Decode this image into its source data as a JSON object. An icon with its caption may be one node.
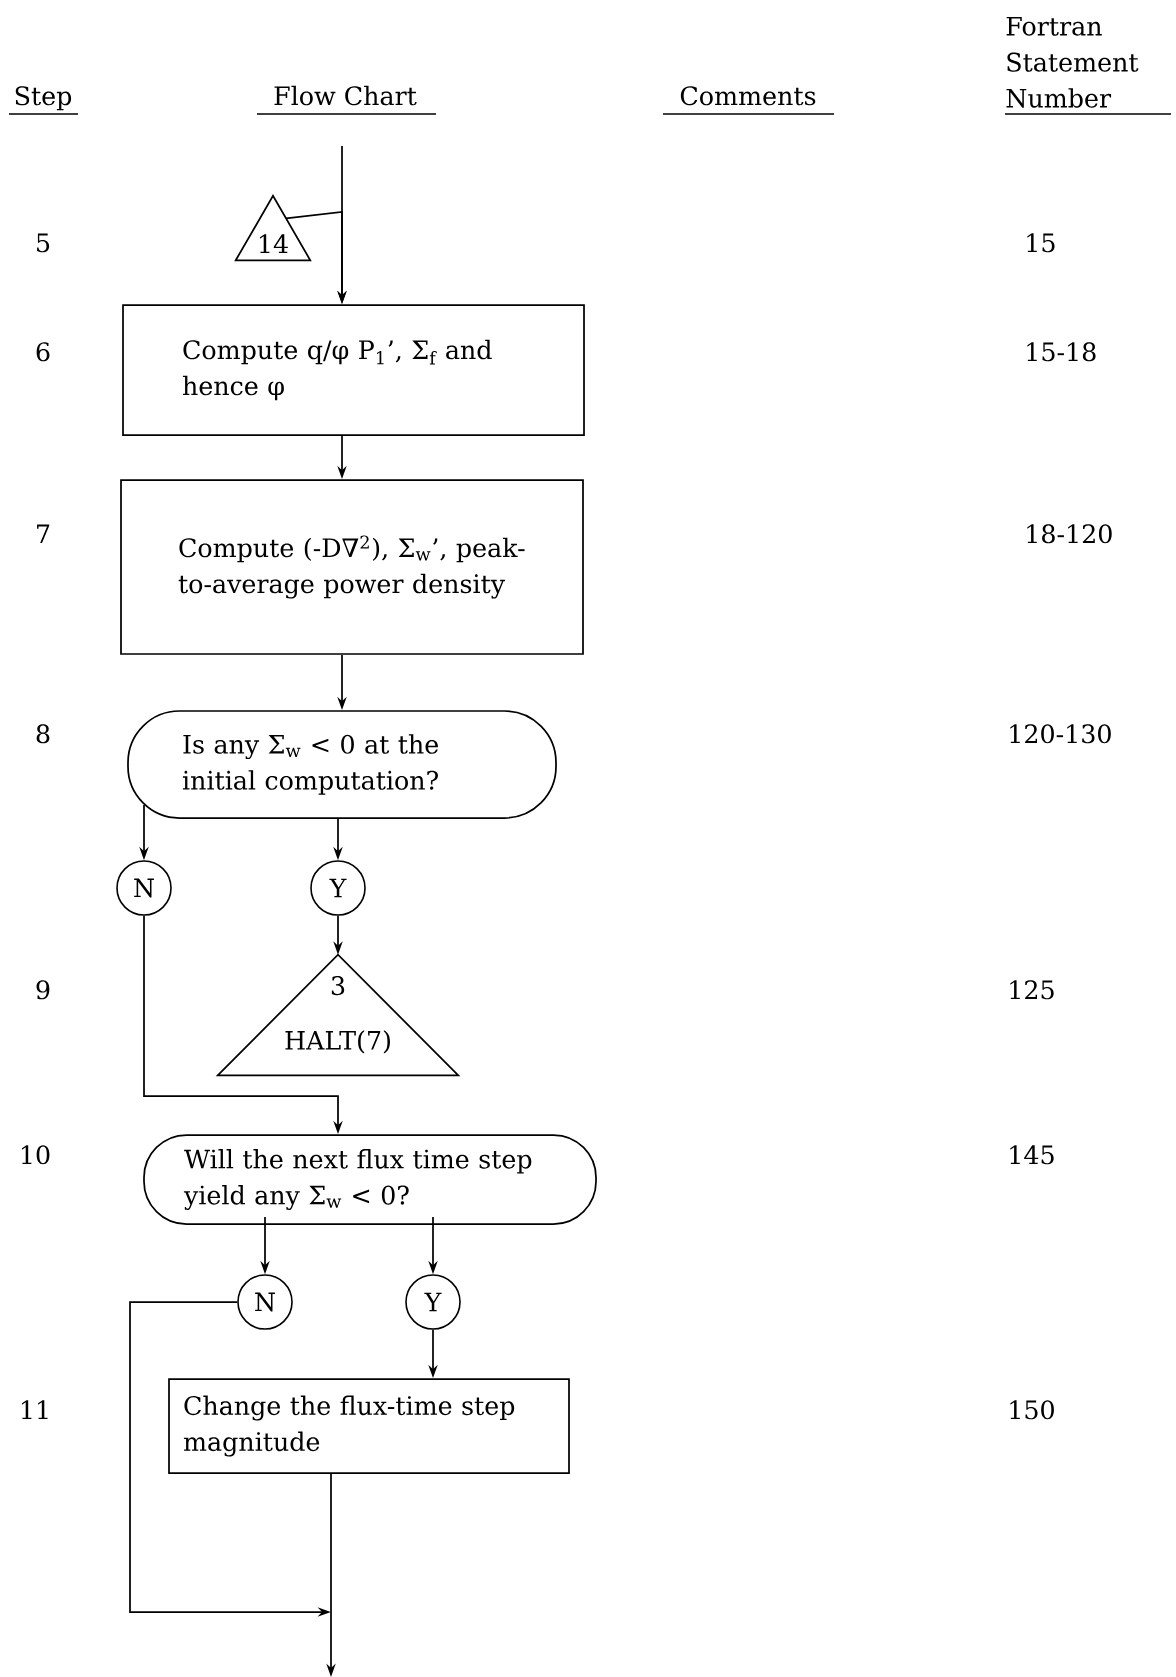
{
  "diagram": {
    "nodes": [
      {
        "text": [
          "14"
        ]
      },
      {
        "text": [
          "Compute q/φ P$_{1}$’, Σ$_{f}$ and hence φ"
        ]
      },
      {
        "text": [
          "Compute (-D∇$^{2}$), Σ$_{w}$’, peak-to-average power density"
        ]
      },
      {
        "text": [
          "Is any Σ$_{w}$ < 0 at the initial computation?"
        ]
      },
      {
        "text": [
          "N"
        ]
      },
      {
        "text": [
          "Y"
        ]
      },
      {
        "text": [
          "3",
          "HALT(7)"
        ]
      },
      {
        "text": [
          "Will the next flux time step yield any Σ$_{w}$ < 0?"
        ]
      },
      {
        "text": [
          "N"
        ]
      },
      {
        "text": [
          "Y"
        ]
      },
      {
        "text": [
          "Change the flux-time step magnitude"
        ]
      }
    ],
    "edges": [
      {
        "from": null,
        "to": 1,
        "arrow": "to"
      },
      {
        "from": 0,
        "to": 1,
        "arrow": "to"
      },
      {
        "from": 1,
        "to": 2,
        "arrow": "to"
      },
      {
        "from": 2,
        "to": 3,
        "arrow": "to"
      },
      {
        "from": 3,
        "to": 4,
        "arrow": "to"
      },
      {
        "from": 3,
        "to": 5,
        "arrow": "to"
      },
      {
        "from": 5,
        "to": 6,
        "arrow": "to"
      },
      {
        "from": 4,
        "to": 7,
        "arrow": "to"
      },
      {
        "from": 7,
        "to": 8,
        "arrow": "to"
      },
      {
        "from": 7,
        "to": 9,
        "arrow": "to"
      },
      {
        "from": 9,
        "to": 10,
        "arrow": "to"
      },
      {
        "from": 8,
        "to": null,
        "arrow": "to"
      },
      {
        "from": 10,
        "to": null,
        "arrow": "to"
      }
    ],
    "labels": [
      "Step",
      "Flow Chart",
      "Comments",
      "Fortran Statement Number",
      "5",
      "15",
      "6",
      "15-18",
      "7",
      "18-120",
      "8",
      "120-130",
      "9",
      "125",
      "10",
      "145",
      "11",
      "150"
    ]
  }
}
